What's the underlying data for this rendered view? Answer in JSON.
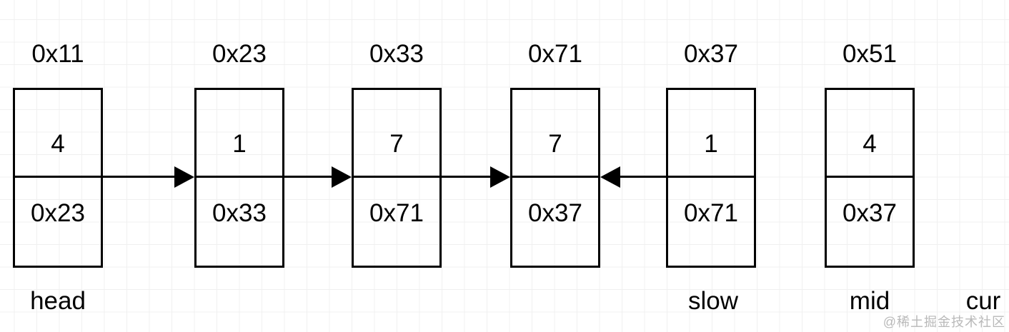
{
  "diagram": {
    "type": "linked-list",
    "nodes": [
      {
        "address": "0x11",
        "value": "4",
        "next": "0x23"
      },
      {
        "address": "0x23",
        "value": "1",
        "next": "0x33"
      },
      {
        "address": "0x33",
        "value": "7",
        "next": "0x71"
      },
      {
        "address": "0x71",
        "value": "7",
        "next": "0x37"
      },
      {
        "address": "0x37",
        "value": "1",
        "next": "0x71"
      },
      {
        "address": "0x51",
        "value": "4",
        "next": "0x37"
      }
    ],
    "edges": [
      {
        "from": "0x11",
        "to": "0x23",
        "direction": "right"
      },
      {
        "from": "0x23",
        "to": "0x33",
        "direction": "right"
      },
      {
        "from": "0x33",
        "to": "0x71",
        "direction": "right"
      },
      {
        "from": "0x37",
        "to": "0x71",
        "direction": "left"
      }
    ],
    "pointer_labels": [
      {
        "text": "head"
      },
      {
        "text": "slow"
      },
      {
        "text": "mid"
      },
      {
        "text": "cur"
      }
    ],
    "watermark": "@稀土掘金技术社区",
    "colors": {
      "stroke": "#000000",
      "background": "#ffffff",
      "grid_minor": "#f0f0f0",
      "grid_major": "#d9d9d9",
      "watermark": "#b9b9b9"
    }
  }
}
